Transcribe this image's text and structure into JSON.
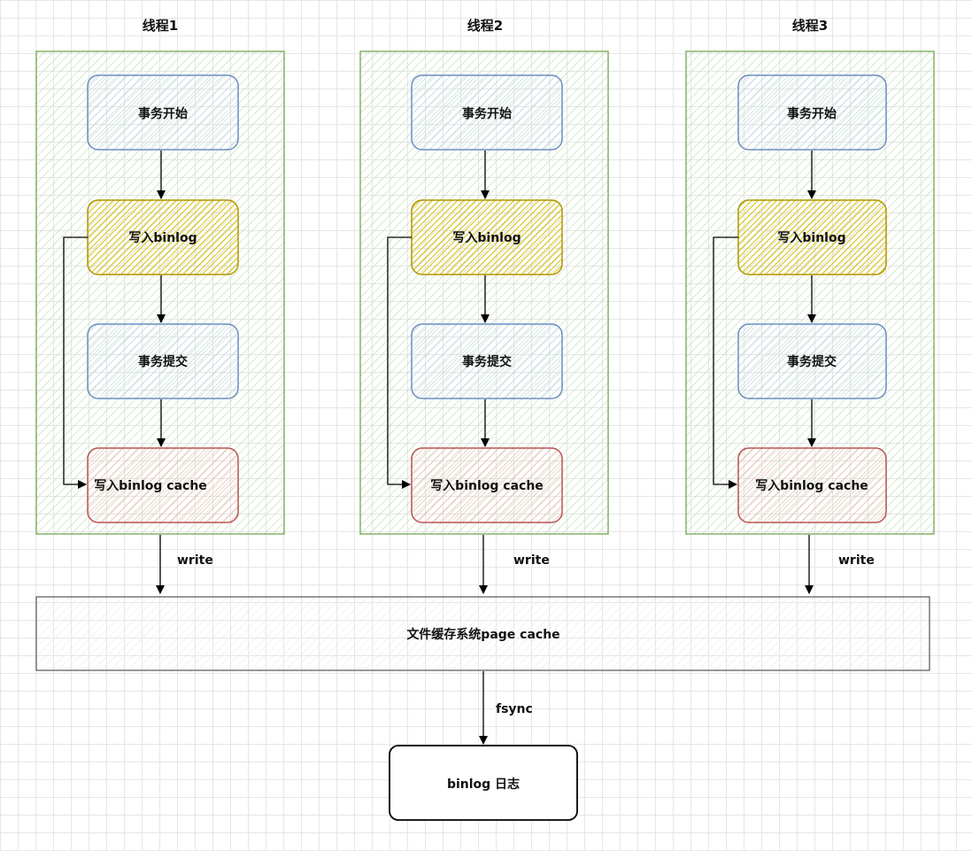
{
  "threads": [
    {
      "title": "线程1",
      "steps": [
        "事务开始",
        "写入binlog",
        "事务提交",
        "写入binlog cache"
      ],
      "write_label": "write"
    },
    {
      "title": "线程2",
      "steps": [
        "事务开始",
        "写入binlog",
        "事务提交",
        "写入binlog cache"
      ],
      "write_label": "write"
    },
    {
      "title": "线程3",
      "steps": [
        "事务开始",
        "写入binlog",
        "事务提交",
        "写入binlog cache"
      ],
      "write_label": "write"
    }
  ],
  "page_cache": {
    "label": "文件缓存系统page cache"
  },
  "fsync_label": "fsync",
  "binlog_file": {
    "label": "binlog 日志"
  },
  "colors": {
    "thread_border": "#82b366",
    "thread_fill": "#d5e8d4",
    "step_blue": "#6c8ebf",
    "step_blue_fill": "#dae8fc",
    "step_yellow": "#b09500",
    "step_yellow_fill": "#e3c800",
    "step_red": "#b85450",
    "step_red_fill": "#f8cecc",
    "edge": "#000000"
  }
}
